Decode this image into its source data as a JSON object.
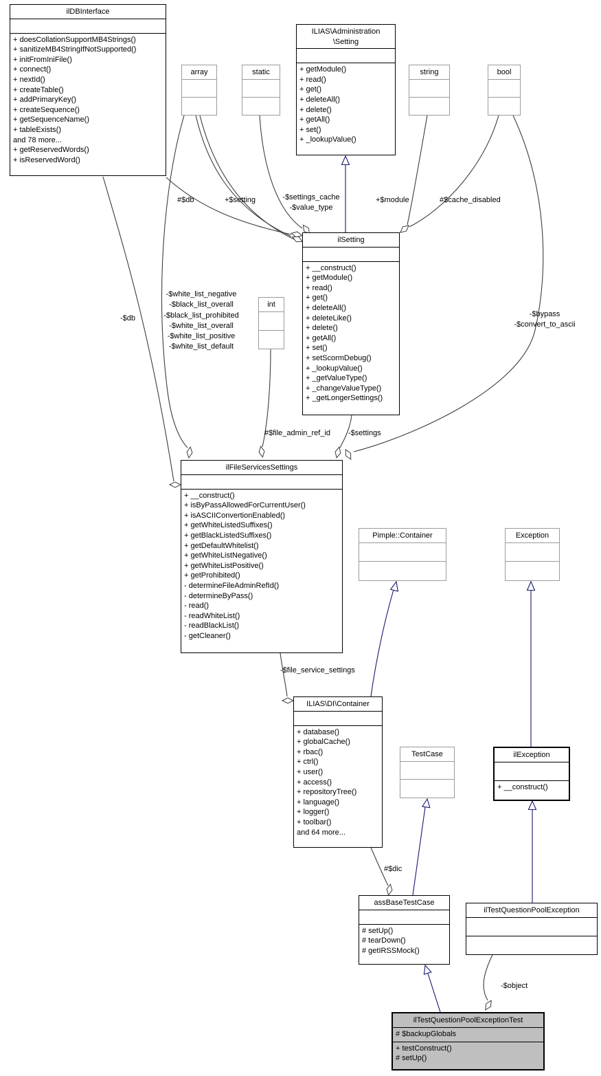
{
  "colors": {
    "inheritance": "#191970",
    "aggregation": "#3c3c3c",
    "focal_fill": "#bfbfbf",
    "external_border": "#9b9b9b"
  },
  "classes": {
    "dbInterface": {
      "title": "ilDBInterface",
      "attrs": [],
      "methods": [
        "+ doesCollationSupportMB4Strings()",
        "+ sanitizeMB4StringIfNotSupported()",
        "+ initFromIniFile()",
        "+ connect()",
        "+ nextId()",
        "+ createTable()",
        "+ addPrimaryKey()",
        "+ createSequence()",
        "+ getSequenceName()",
        "+ tableExists()",
        "and 78 more...",
        "+ getReservedWords()",
        "+ isReservedWord()"
      ]
    },
    "adminSetting": {
      "title": "ILIAS\\Administration\n\\Setting",
      "attrs": [],
      "methods": [
        "+ getModule()",
        "+ read()",
        "+ get()",
        "+ deleteAll()",
        "+ delete()",
        "+ getAll()",
        "+ set()",
        "+ _lookupValue()"
      ]
    },
    "arrayT": {
      "title": "array",
      "attrs": [],
      "methods": []
    },
    "staticT": {
      "title": "static",
      "attrs": [],
      "methods": []
    },
    "stringT": {
      "title": "string",
      "attrs": [],
      "methods": []
    },
    "boolT": {
      "title": "bool",
      "attrs": [],
      "methods": []
    },
    "intT": {
      "title": "int",
      "attrs": [],
      "methods": []
    },
    "ilSetting": {
      "title": "ilSetting",
      "attrs": [],
      "methods": [
        "+ __construct()",
        "+ getModule()",
        "+ read()",
        "+ get()",
        "+ deleteAll()",
        "+ deleteLike()",
        "+ delete()",
        "+ getAll()",
        "+ set()",
        "+ setScormDebug()",
        "+ _lookupValue()",
        "+ _getValueType()",
        "+ _changeValueType()",
        "+ _getLongerSettings()"
      ]
    },
    "fileServices": {
      "title": "ilFileServicesSettings",
      "attrs": [],
      "methods": [
        "+ __construct()",
        "+ isByPassAllowedForCurrentUser()",
        "+ isASCIIConvertionEnabled()",
        "+ getWhiteListedSuffixes()",
        "+ getBlackListedSuffixes()",
        "+ getDefaultWhitelist()",
        "+ getWhiteListNegative()",
        "+ getWhiteListPositive()",
        "+ getProhibited()",
        "- determineFileAdminRefId()",
        "- determineByPass()",
        "- read()",
        "- readWhiteList()",
        "- readBlackList()",
        "- getCleaner()"
      ]
    },
    "pimple": {
      "title": "Pimple::Container",
      "attrs": [],
      "methods": []
    },
    "exception": {
      "title": "Exception",
      "attrs": [],
      "methods": []
    },
    "diContainer": {
      "title": "ILIAS\\DI\\Container",
      "attrs": [],
      "methods": [
        "+ database()",
        "+ globalCache()",
        "+ rbac()",
        "+ ctrl()",
        "+ user()",
        "+ access()",
        "+ repositoryTree()",
        "+ language()",
        "+ logger()",
        "+ toolbar()",
        "and 64 more..."
      ]
    },
    "testCase": {
      "title": "TestCase",
      "attrs": [],
      "methods": []
    },
    "ilException": {
      "title": "ilException",
      "attrs": [],
      "methods": [
        "+ __construct()"
      ]
    },
    "assBase": {
      "title": "assBaseTestCase",
      "attrs": [],
      "methods": [
        "# setUp()",
        "# tearDown()",
        "# getIRSSMock()"
      ]
    },
    "poolException": {
      "title": "ilTestQuestionPoolException",
      "attrs": [],
      "methods": []
    },
    "focal": {
      "title": "ilTestQuestionPoolExceptionTest",
      "attrs": [
        "# $backupGlobals"
      ],
      "methods": [
        "+ testConstruct()",
        "# setUp()"
      ]
    }
  },
  "labels": {
    "db": "#$db",
    "setting": "+$setting",
    "settings_cache": "-$settings_cache\n-$value_type",
    "module": "+$module",
    "cache_disabled": "#$cache_disabled",
    "db2": "-$db",
    "white_lists": "-$white_list_negative\n-$black_list_overall\n-$black_list_prohibited\n-$white_list_overall\n-$white_list_positive\n-$white_list_default",
    "file_admin_ref_id": "#$file_admin_ref_id",
    "settings": "-$settings",
    "bypass": "-$bypass\n-$convert_to_ascii",
    "file_service_settings": "-$file_service_settings",
    "dic": "#$dic",
    "object": "-$object"
  }
}
